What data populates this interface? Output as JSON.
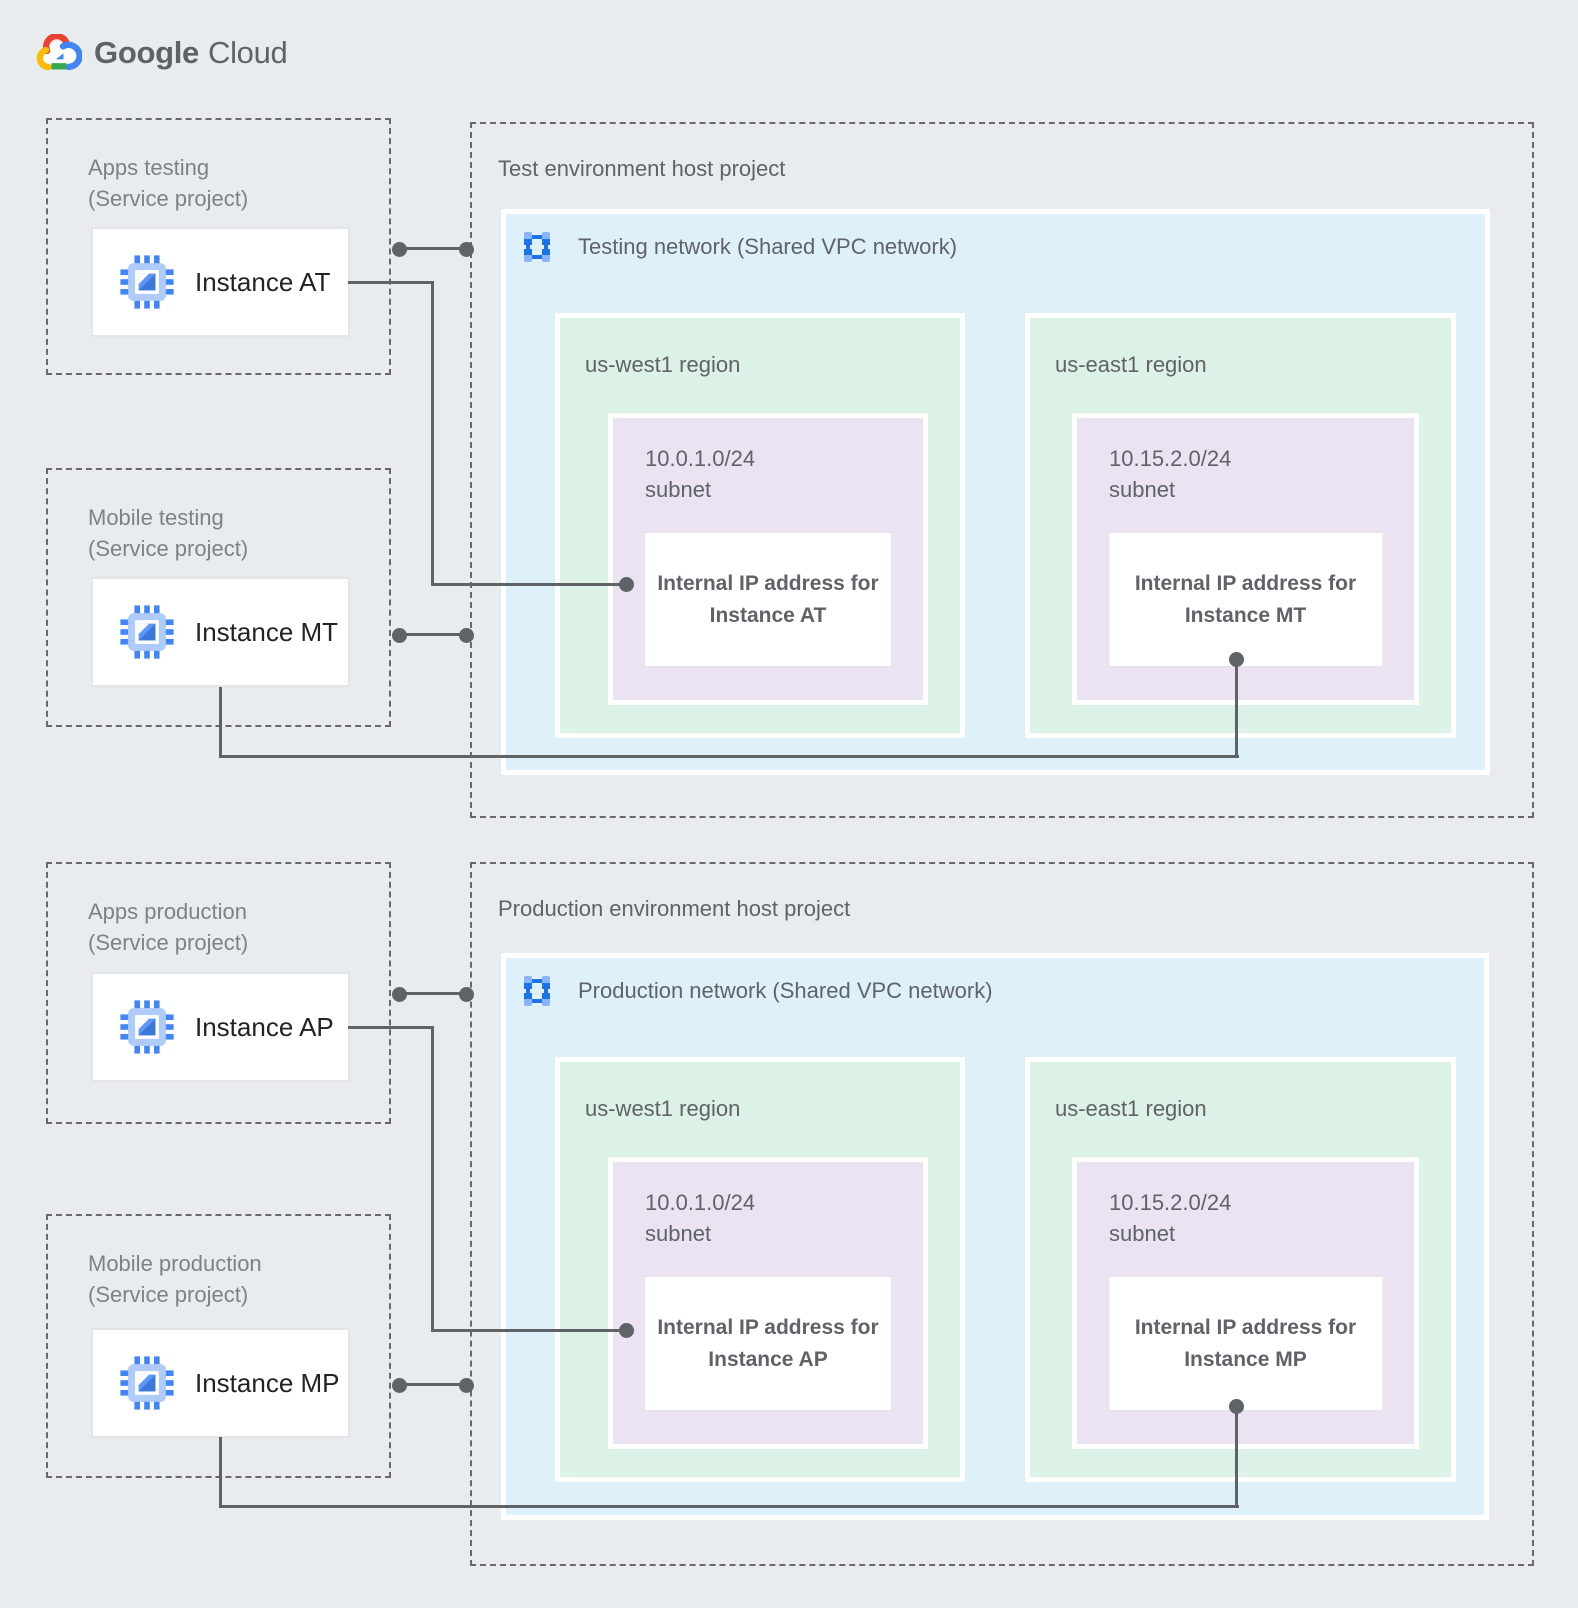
{
  "logo": {
    "text_primary": "Google",
    "text_secondary": "Cloud"
  },
  "service_projects": [
    {
      "title": "Apps testing",
      "subtitle": "(Service project)",
      "instance_label": "Instance AT"
    },
    {
      "title": "Mobile testing",
      "subtitle": "(Service project)",
      "instance_label": "Instance MT"
    },
    {
      "title": "Apps production",
      "subtitle": "(Service project)",
      "instance_label": "Instance AP"
    },
    {
      "title": "Mobile production",
      "subtitle": "(Service project)",
      "instance_label": "Instance MP"
    }
  ],
  "host_projects": [
    {
      "title": "Test environment host project",
      "network_label": "Testing network (Shared VPC network)",
      "regions": [
        {
          "label": "us-west1 region",
          "subnet_line1": "10.0.1.0/24",
          "subnet_line2": "subnet",
          "ip_line1": "Internal IP address for",
          "ip_line2": "Instance AT"
        },
        {
          "label": "us-east1 region",
          "subnet_line1": "10.15.2.0/24",
          "subnet_line2": "subnet",
          "ip_line1": "Internal IP address for",
          "ip_line2": "Instance MT"
        }
      ]
    },
    {
      "title": "Production environment host project",
      "network_label": "Production network (Shared VPC network)",
      "regions": [
        {
          "label": "us-west1 region",
          "subnet_line1": "10.0.1.0/24",
          "subnet_line2": "subnet",
          "ip_line1": "Internal IP address for",
          "ip_line2": "Instance AP"
        },
        {
          "label": "us-east1 region",
          "subnet_line1": "10.15.2.0/24",
          "subnet_line2": "subnet",
          "ip_line1": "Internal IP address for",
          "ip_line2": "Instance MP"
        }
      ]
    }
  ],
  "icons": {
    "google_cloud_logo": "multicolor-cloud",
    "compute_engine": "blue-chip-instance",
    "vpc_network": "blue-square-nodes"
  },
  "colors": {
    "canvas_bg": "#e9ecef",
    "network_fill": "#def1fb",
    "region_fill": "#ddf2e7",
    "subnet_fill": "#ebe3f2",
    "connector": "#5f6368",
    "dashed_border": "#67696c",
    "google_blue": "#4285f4",
    "google_red": "#ea4335",
    "google_yellow": "#fbbc05",
    "google_green": "#34a853"
  }
}
